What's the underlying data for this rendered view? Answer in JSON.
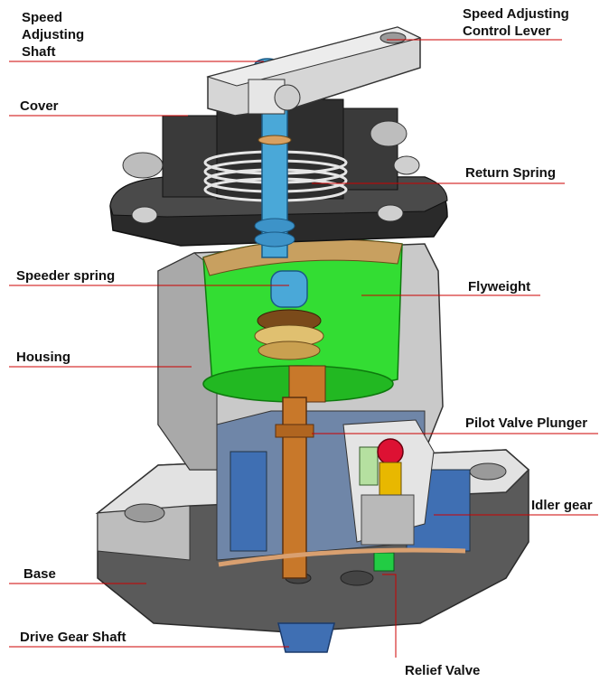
{
  "labels": {
    "speed_shaft_1": "Speed",
    "speed_shaft_2": "Adjusting",
    "speed_shaft_3": "Shaft",
    "lever_1": "Speed Adjusting",
    "lever_2": "Control Lever",
    "cover": "Cover",
    "return_spring": "Return Spring",
    "speeder_spring": "Speeder spring",
    "flyweight": "Flyweight",
    "housing": "Housing",
    "pilot_valve_plunger": "Pilot Valve Plunger",
    "idler_gear": "Idler gear",
    "base": "Base",
    "drive_gear_shaft": "Drive Gear Shaft",
    "relief_valve": "Relief Valve"
  },
  "colors": {
    "leader_line": "#cc0000",
    "flyweight": "#33dd33",
    "spring": "#4aa8d8",
    "plunger": "#c8782a",
    "relief_ball": "#dd1133",
    "base": "#555555",
    "housing": "#c8c8c8"
  }
}
